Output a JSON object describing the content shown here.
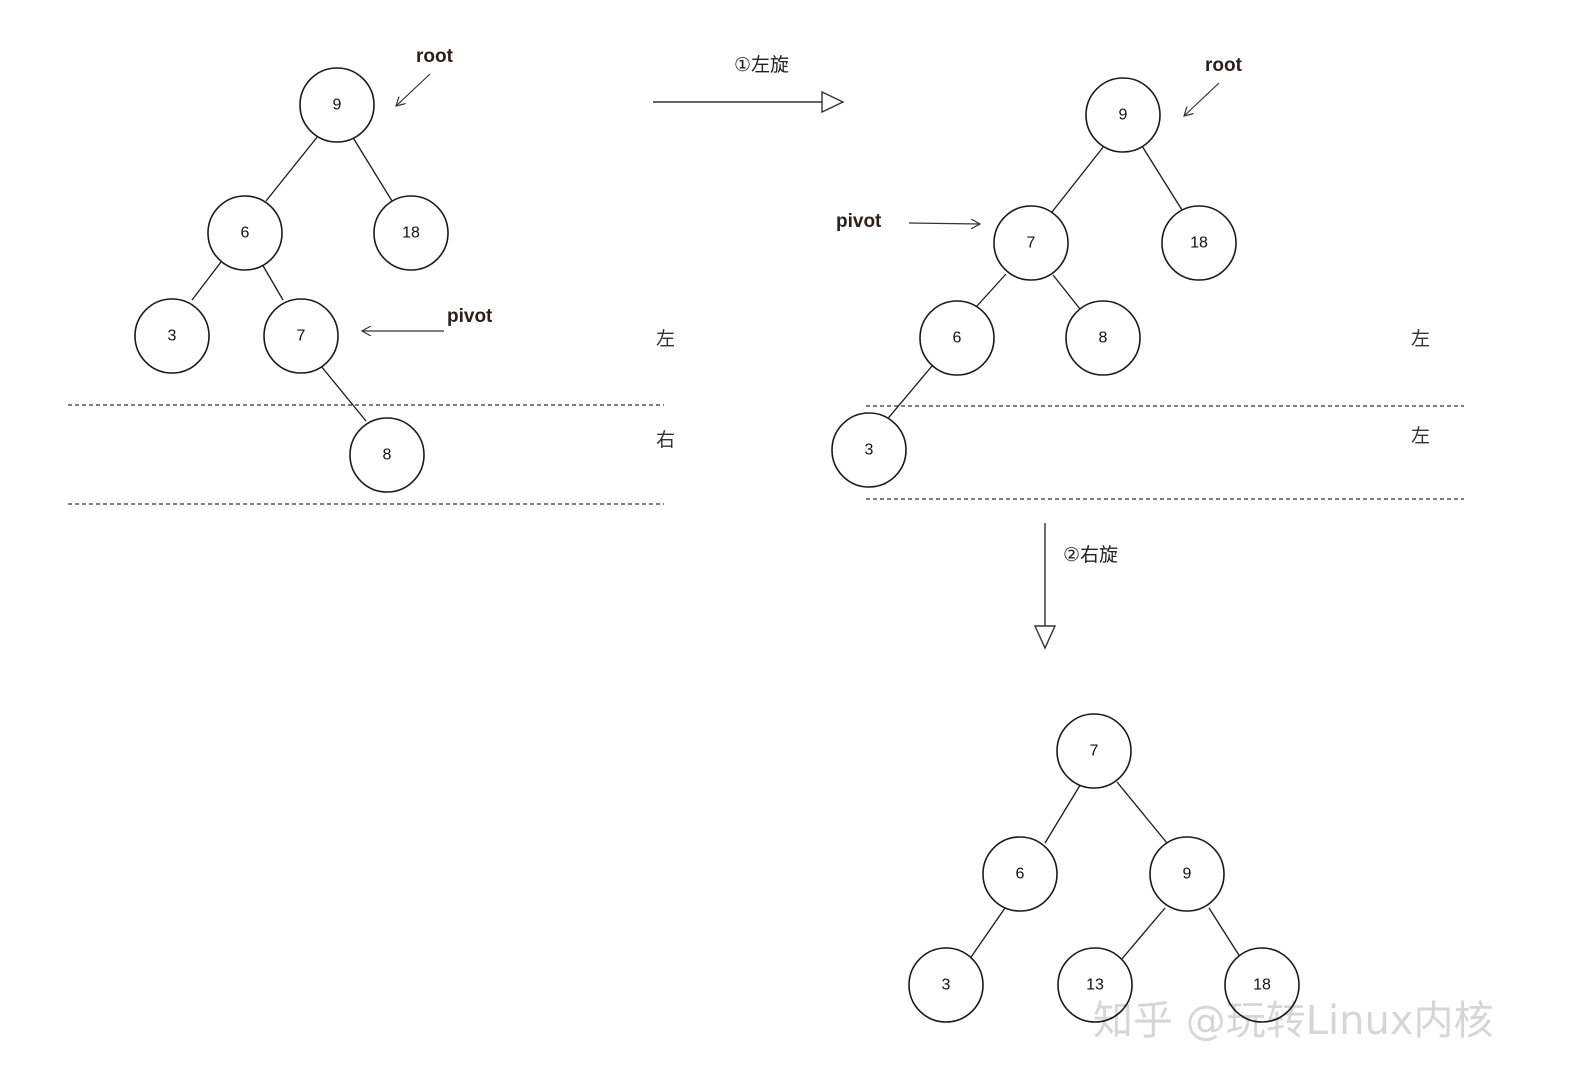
{
  "trees": {
    "before": {
      "root_label": "root",
      "pivot_label": "pivot",
      "nodes": [
        "9",
        "6",
        "18",
        "3",
        "7",
        "8"
      ],
      "side_labels": [
        "左",
        "右"
      ]
    },
    "after_left": {
      "root_label": "root",
      "pivot_label": "pivot",
      "nodes": [
        "9",
        "7",
        "18",
        "6",
        "8",
        "3"
      ],
      "side_labels": [
        "左",
        "左"
      ]
    },
    "after_right": {
      "nodes": [
        "7",
        "6",
        "9",
        "3",
        "13",
        "18"
      ]
    }
  },
  "steps": {
    "left_rotate": "①左旋",
    "right_rotate": "②右旋"
  },
  "watermark": "知乎 @玩转Linux内核"
}
